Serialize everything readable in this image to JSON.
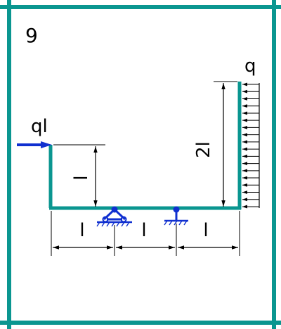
{
  "problem_number": "9",
  "colors": {
    "frame_border": "#0a9690",
    "beam": "#0a9690",
    "force": "#1030d0",
    "support": "#1030d0",
    "dimension": "#000000"
  },
  "labels": {
    "point_force": "ql",
    "distributed_load": "q",
    "left_height": "l",
    "right_height": "2l",
    "span_1": "l",
    "span_2": "l",
    "span_3": "l"
  },
  "icons": {
    "fixed_pin_support": "pin-support-icon",
    "roller_support": "roller-support-icon",
    "distributed_load_arrows": "load-arrow-icon"
  }
}
